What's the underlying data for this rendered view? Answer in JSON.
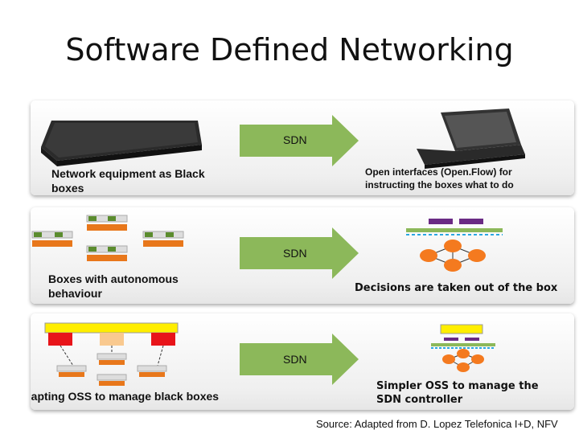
{
  "title": "Software Defined Networking",
  "rows": [
    {
      "arrow_label": "SDN",
      "left_text": "Network equipment as Black boxes",
      "right_text": "Open interfaces (Open.Flow) for instructing the boxes what to do"
    },
    {
      "arrow_label": "SDN",
      "left_text": "Boxes with autonomous behaviour",
      "right_text": "Decisions are taken out of the box"
    },
    {
      "arrow_label": "SDN",
      "left_text": "Adapting OSS to manage black boxes",
      "right_text": "Simpler OSS to manage the SDN controller"
    }
  ],
  "source": "Source: Adapted from D. Lopez Telefonica I+D, NFV",
  "colors": {
    "arrow_fill": "#8cb85a",
    "node_orange": "#f47a1f",
    "bar_purple": "#6a2a84",
    "bar_yellow": "#ffee00",
    "box_red": "#e8141a",
    "box_peach": "#f9c98f",
    "green_module": "#5b8c2e",
    "orange_module": "#e8771b"
  }
}
